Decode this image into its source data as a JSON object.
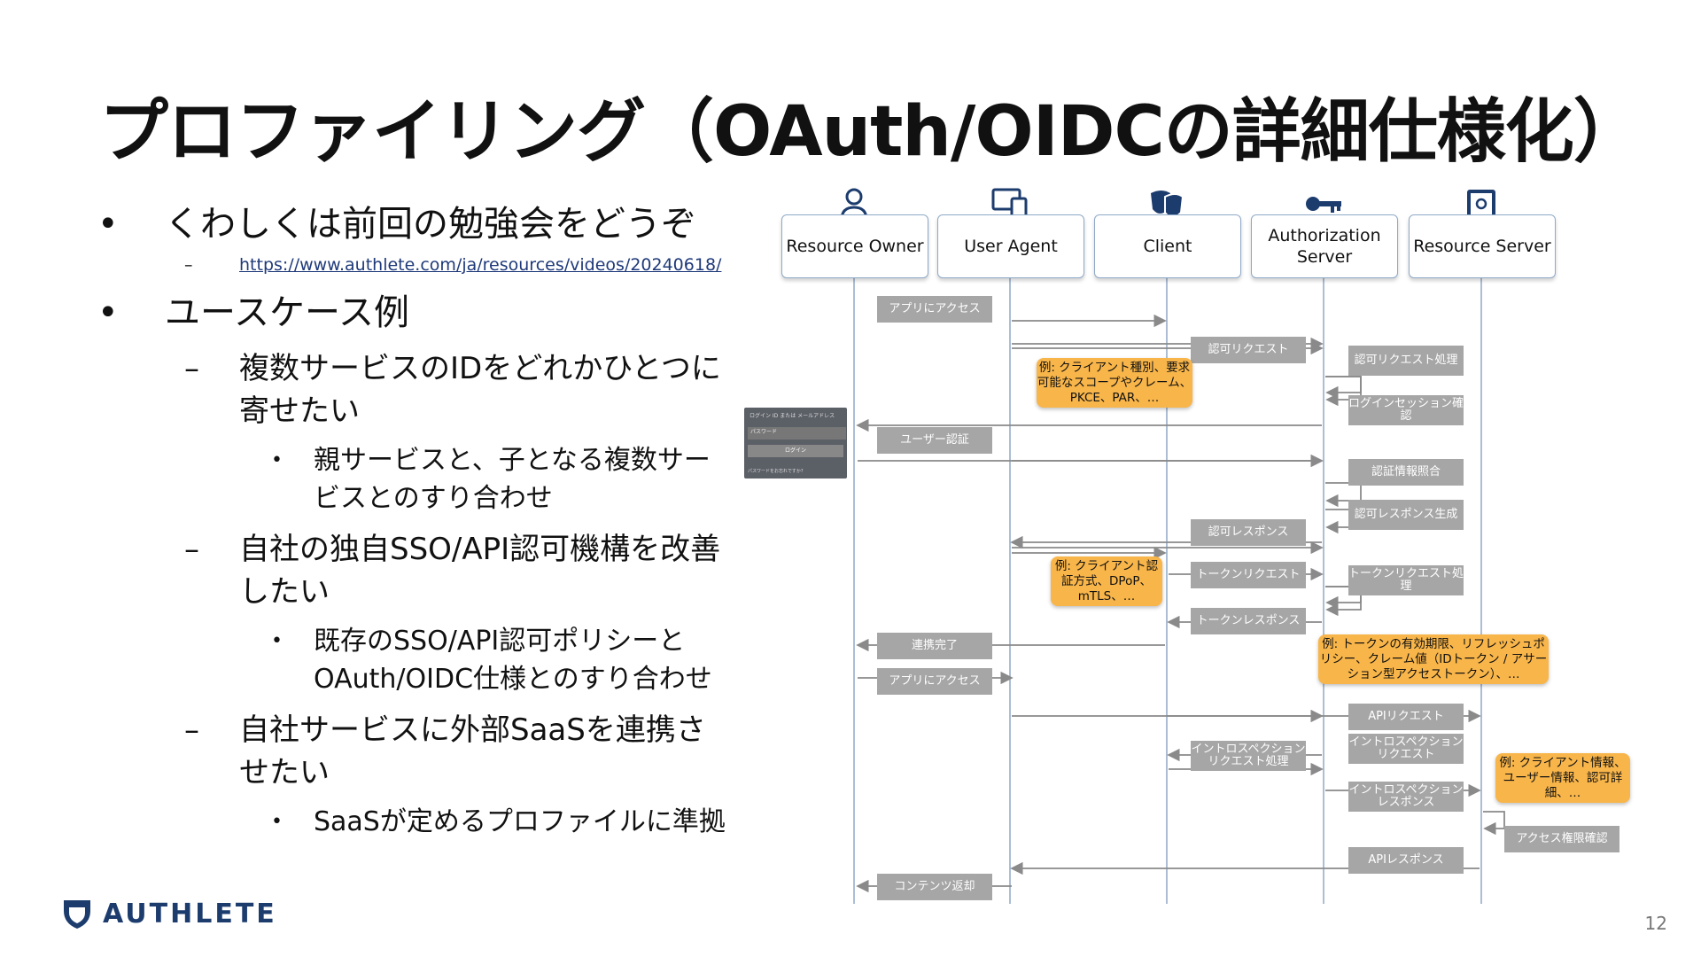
{
  "title": "プロファイリング（OAuth/OIDCの詳細仕様化）",
  "bullets": {
    "b1": "くわしくは前回の勉強会をどうぞ",
    "b1_link": "https://www.authlete.com/ja/resources/videos/20240618/",
    "b2": "ユースケース例",
    "u1": "複数サービスのIDをどれかひとつに寄せたい",
    "u1_sub": "親サービスと、子となる複数サービスとのすり合わせ",
    "u2": "自社の独自SSO/API認可機構を改善したい",
    "u2_sub": "既存のSSO/API認可ポリシーとOAuth/OIDC仕様とのすり合わせ",
    "u3": "自社サービスに外部SaaSを連携させたい",
    "u3_sub": "SaaSが定めるプロファイルに準拠",
    "markers": {
      "bullet": "•",
      "dash": "–",
      "small": "•"
    }
  },
  "logo": {
    "text": "AUTHLETE",
    "icon": "authlete-shield-icon"
  },
  "page_number": "12",
  "diagram": {
    "actors": [
      "Resource Owner",
      "User Agent",
      "Client",
      "Authorization Server",
      "Resource Server"
    ],
    "actor_icons": [
      "person-icon",
      "devices-icon",
      "theater-masks-icon",
      "key-icon",
      "safe-icon"
    ],
    "login_shot": {
      "l1": "ログイン ID または メールアドレス",
      "l2": "パスワード",
      "l3": "ログイン",
      "l4": "パスワードをお忘れですか?"
    },
    "boxes": {
      "app_access": "アプリにアクセス",
      "authz_request": "認可リクエスト",
      "authz_request_proc": "認可リクエスト処理",
      "login_session": "ログインセッション確認",
      "user_auth": "ユーザー認証",
      "cred_check": "認証情報照合",
      "authz_resp_gen": "認可レスポンス生成",
      "authz_response": "認可レスポンス",
      "token_request": "トークンリクエスト",
      "token_req_proc": "トークンリクエスト処理",
      "token_response": "トークンレスポンス",
      "link_done": "連携完了",
      "app_access2": "アプリにアクセス",
      "api_request": "APIリクエスト",
      "intro_proc": "イントロスペクションリクエスト処理",
      "intro_request": "イントロスペクションリクエスト",
      "intro_response": "イントロスペクションレスポンス",
      "access_check": "アクセス権限確認",
      "api_response": "APIレスポンス",
      "content_return": "コンテンツ返却"
    },
    "notes": {
      "n1": "例: クライアント種別、要求可能なスコープやクレーム、PKCE、PAR、…",
      "n2": "例: クライアント認証方式、DPoP、mTLS、…",
      "n3": "例: トークンの有効期限、リフレッシュポリシー、クレーム値（IDトークン / アサーション型アクセストークン）、…",
      "n4": "例: クライアント情報、ユーザー情報、認可詳細、…"
    },
    "colors": {
      "line": "#8fa9c7",
      "box": "#a6a6a6",
      "note": "#f8b54a",
      "icon": "#1d3c6e"
    }
  }
}
